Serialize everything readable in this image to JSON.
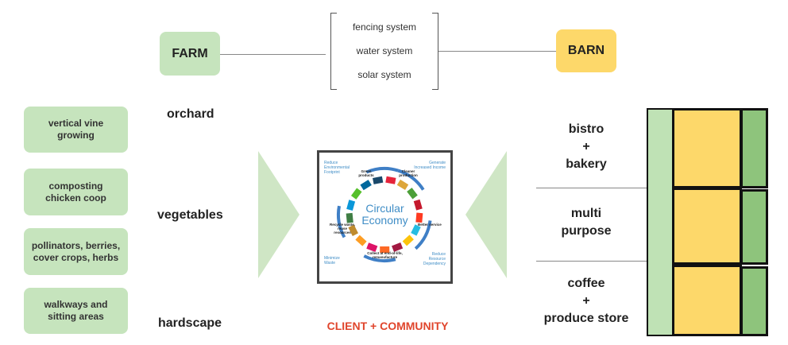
{
  "farm": {
    "label": "FARM",
    "color": "#c6e4bd"
  },
  "barn": {
    "label": "BARN",
    "color": "#fdd86a"
  },
  "systems": [
    "fencing system",
    "water system",
    "solar system"
  ],
  "farm_items": [
    "vertical vine growing",
    "composting chicken coop",
    "pollinators, berries, cover crops, herbs",
    "walkways and sitting areas"
  ],
  "zones": [
    "orchard",
    "vegetables",
    "hardscape"
  ],
  "center": {
    "title_line1": "Circular",
    "title_line2": "Economy",
    "corners": [
      "Reduce Environmental Footprint",
      "Generate Increased Income",
      "Reduce Resource Dependency",
      "Minimize Waste"
    ],
    "steps": [
      "Green products",
      "Cleaner production",
      "Better service",
      "Collect at end-of-life, remanufacture",
      "Recycle waste, reuse resources"
    ],
    "caption": "CLIENT + COMMUNITY",
    "caption_color": "#e0452c"
  },
  "barn_spaces": [
    {
      "line1": "bistro",
      "line2": "+",
      "line3": "bakery"
    },
    {
      "line1": "multi",
      "line2": "purpose"
    },
    {
      "line1": "coffee",
      "line2": "+",
      "line3": "produce store"
    }
  ],
  "colors": {
    "light_green": "#c6e4bd",
    "mid_green": "#8ec47c",
    "yellow": "#fdd86a",
    "triangle": "#cfe6c5"
  }
}
